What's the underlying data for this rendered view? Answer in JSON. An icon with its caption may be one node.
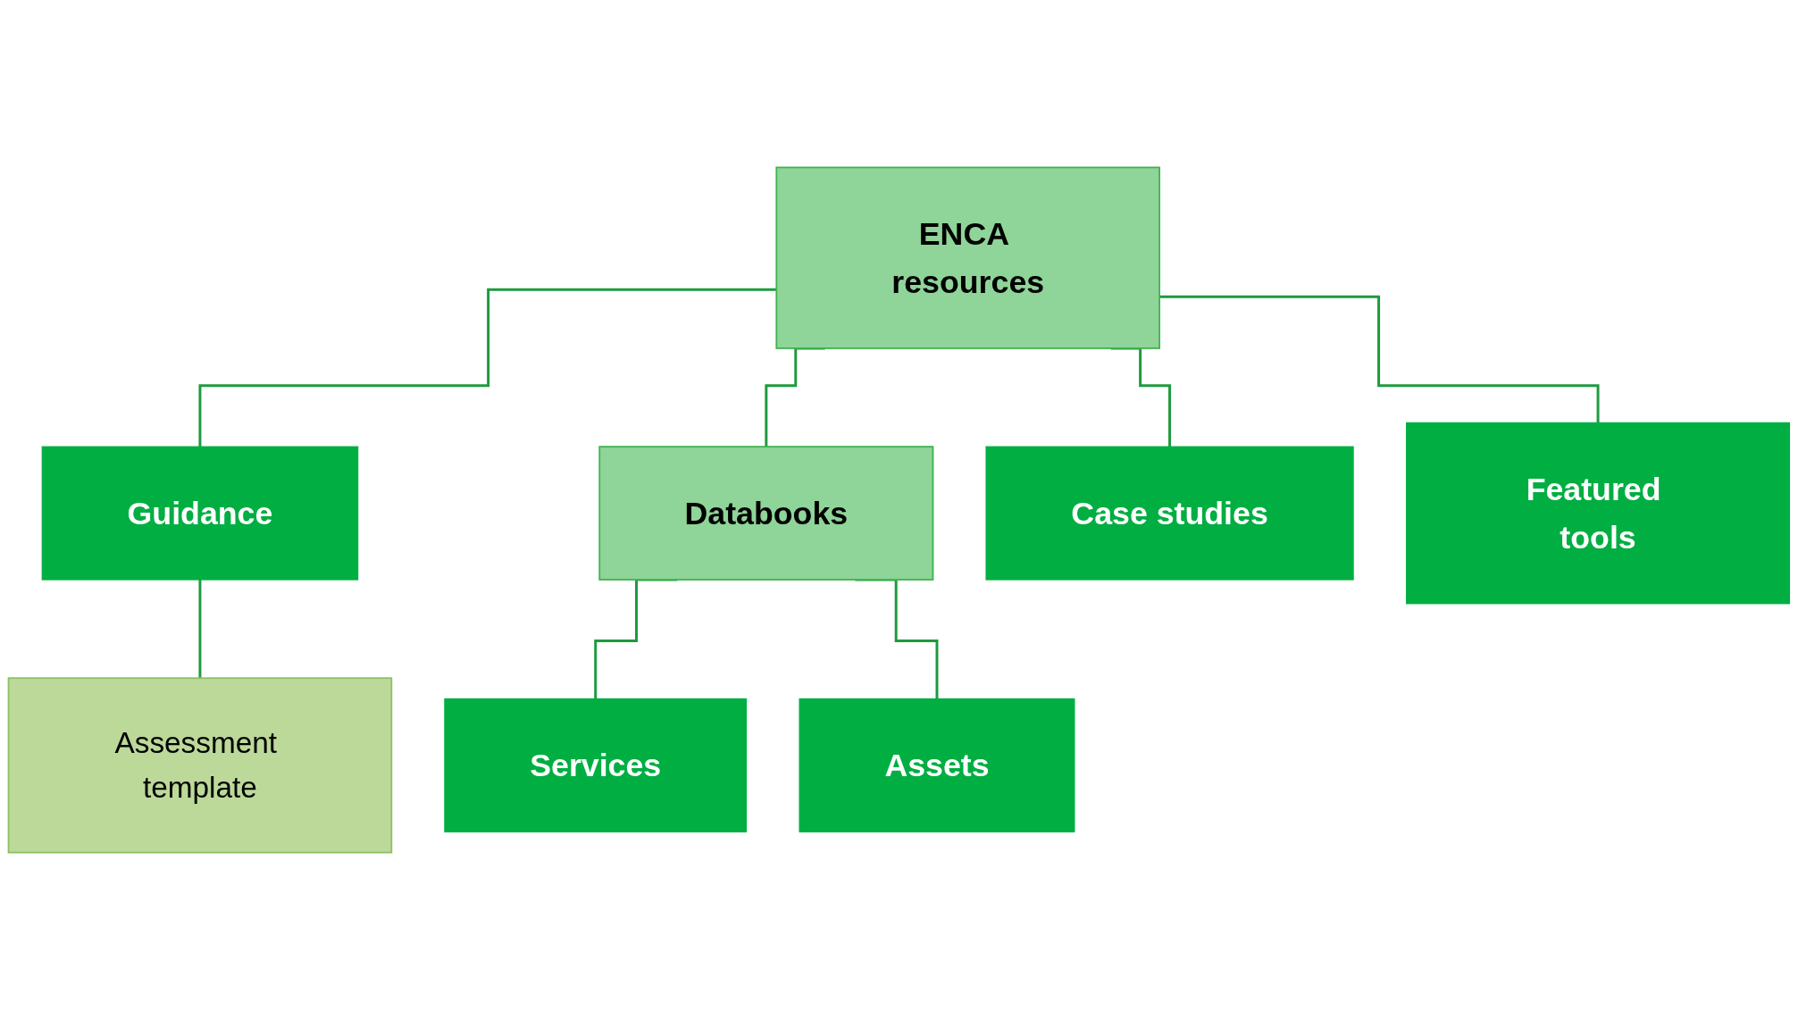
{
  "diagram": {
    "nodes": [
      {
        "text": [
          "ENCA resources"
        ]
      },
      {
        "text": [
          "Guidance"
        ]
      },
      {
        "text": [
          "Databooks"
        ]
      },
      {
        "text": [
          "Case studies"
        ]
      },
      {
        "text": [
          "Featured tools"
        ]
      },
      {
        "text": [
          "Assessment template"
        ]
      },
      {
        "text": [
          "Services"
        ]
      },
      {
        "text": [
          "Assets"
        ]
      }
    ],
    "edges": [
      {
        "from": 0,
        "to": 1,
        "arrow": "none"
      },
      {
        "from": 0,
        "to": 2,
        "arrow": "none"
      },
      {
        "from": 0,
        "to": 3,
        "arrow": "none"
      },
      {
        "from": 0,
        "to": 4,
        "arrow": "none"
      },
      {
        "from": 1,
        "to": 5,
        "arrow": "none"
      },
      {
        "from": 2,
        "to": 6,
        "arrow": "none"
      },
      {
        "from": 2,
        "to": 7,
        "arrow": "none"
      }
    ]
  }
}
